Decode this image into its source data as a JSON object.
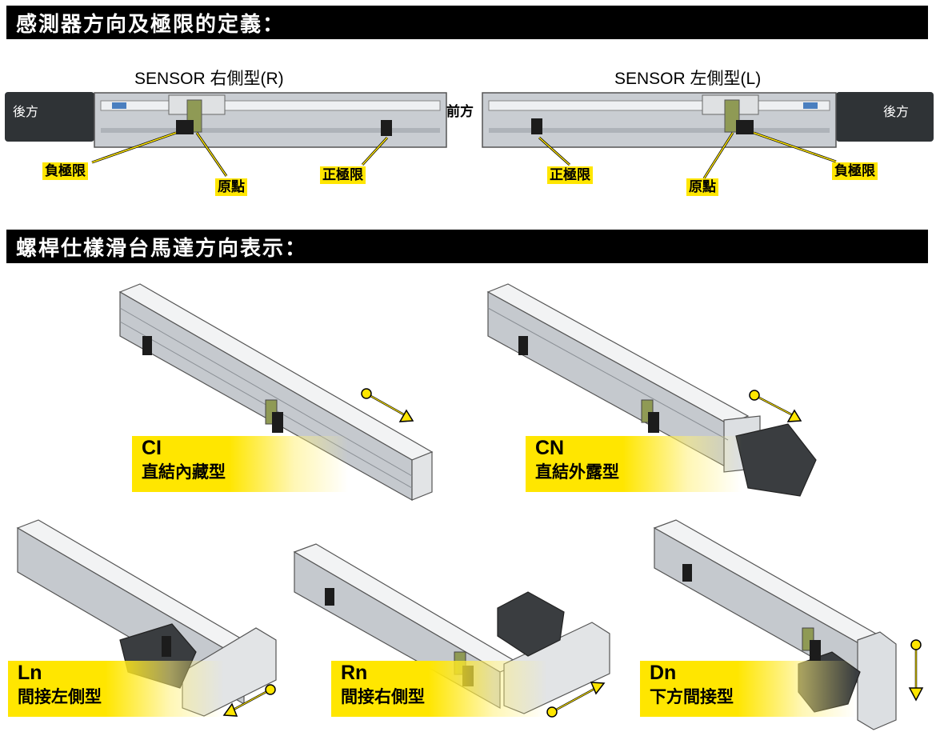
{
  "section1": {
    "title": "感測器方向及極限的定義："
  },
  "sensor_right": {
    "title": "SENSOR 右側型(R)",
    "rear_label": "後方",
    "callouts": {
      "neg_limit": "負極限",
      "origin": "原點",
      "pos_limit": "正極限"
    }
  },
  "front_label": "前方",
  "sensor_left": {
    "title": "SENSOR 左側型(L)",
    "rear_label": "後方",
    "callouts": {
      "pos_limit": "正極限",
      "origin": "原點",
      "neg_limit": "負極限"
    }
  },
  "section2": {
    "title": "螺桿仕樣滑台馬達方向表示："
  },
  "models": [
    {
      "code": "CI",
      "name": "直結內藏型"
    },
    {
      "code": "CN",
      "name": "直結外露型"
    },
    {
      "code": "Ln",
      "name": "間接左側型"
    },
    {
      "code": "Rn",
      "name": "間接右側型"
    },
    {
      "code": "Dn",
      "name": "下方間接型"
    }
  ],
  "colors": {
    "callout": "#ffe600",
    "bar": "#000000",
    "rail": "#c8ccd2",
    "motor": "#3a3d40",
    "arrow": "#ffe600"
  }
}
